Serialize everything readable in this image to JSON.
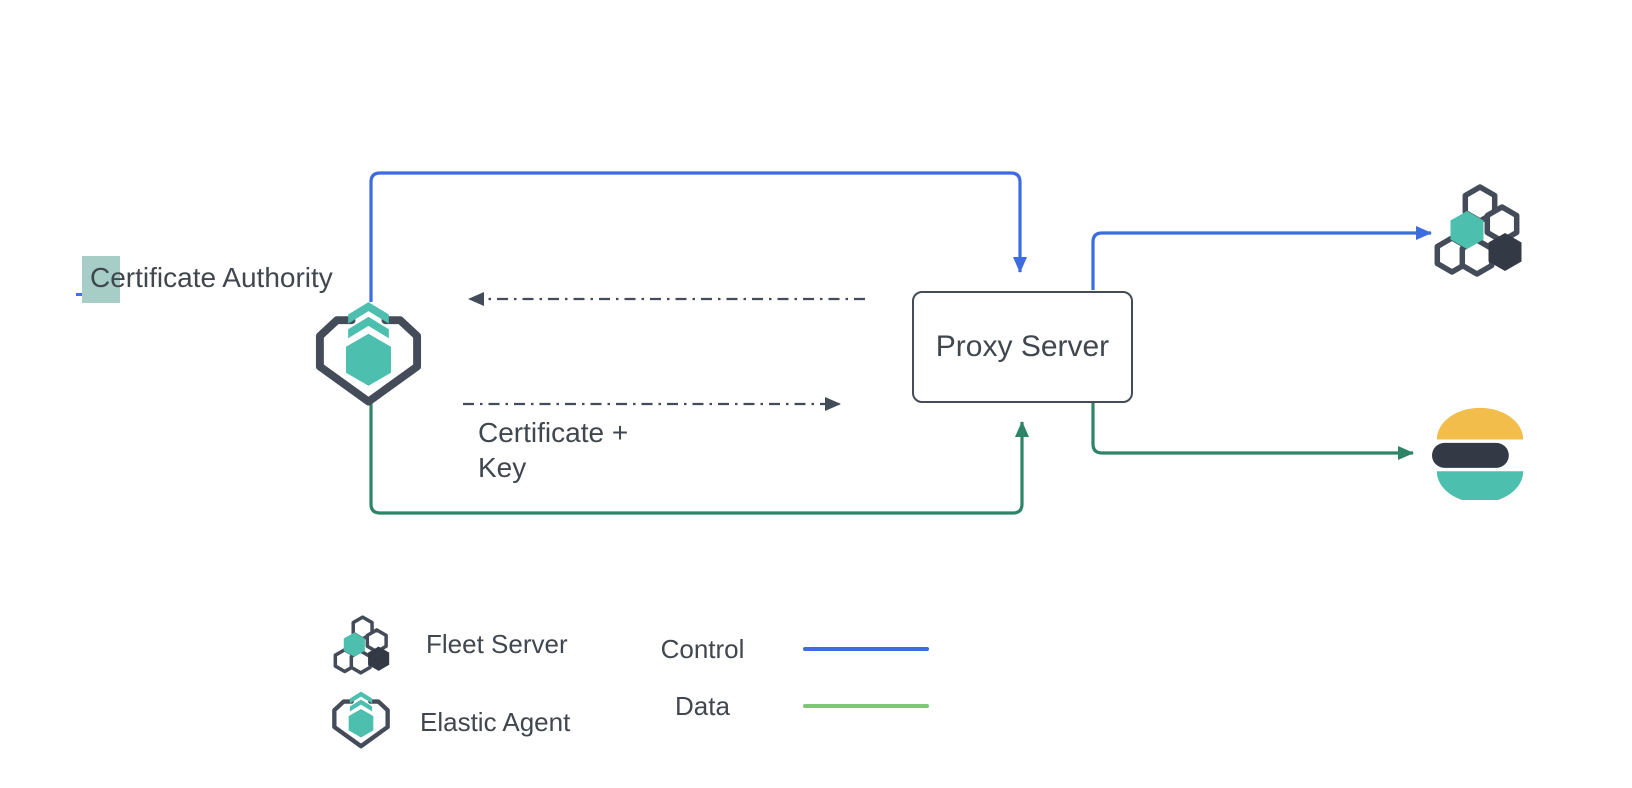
{
  "diagram": {
    "certificate_authority": {
      "highlighted_char": "C",
      "rest": "ertificate Authority"
    },
    "proxy_server_label": "Proxy Server",
    "certificate_key_label": "Certificate +\nKey",
    "connections": [
      {
        "name": "control-agent-to-proxy",
        "type": "Control",
        "style": "solid",
        "color": "#3c6ce0"
      },
      {
        "name": "control-proxy-to-fleet-server",
        "type": "Control",
        "style": "solid",
        "color": "#3c6ce0"
      },
      {
        "name": "data-agent-to-proxy",
        "type": "Data",
        "style": "solid",
        "color": "#2e8467"
      },
      {
        "name": "data-proxy-to-elasticsearch",
        "type": "Data",
        "style": "solid",
        "color": "#2e8467"
      },
      {
        "name": "cert-request-proxy-to-agent",
        "style": "dash-dot",
        "color": "#4a5058"
      },
      {
        "name": "cert-key-agent-to-proxy",
        "label": "Certificate + Key",
        "style": "dash-dot",
        "color": "#4a5058"
      }
    ],
    "icons": {
      "elastic_agent": "elastic-agent-icon",
      "fleet_server": "fleet-server-icon",
      "elasticsearch": "elasticsearch-icon"
    }
  },
  "legend": {
    "items": [
      {
        "icon": "fleet-server-icon",
        "label": "Fleet Server"
      },
      {
        "icon": "elastic-agent-icon",
        "label": "Elastic Agent"
      }
    ],
    "lines": [
      {
        "label": "Control",
        "color": "#3c6ce0"
      },
      {
        "label": "Data",
        "color": "#7cc878"
      }
    ]
  },
  "colors": {
    "control_blue": "#3c6ce0",
    "data_green_dark": "#2e8467",
    "data_green_light": "#7cc878",
    "slate": "#454c59",
    "text": "#41474f",
    "teal": "#4cbfae",
    "es_yellow": "#f2bd4a",
    "es_dark": "#343a45",
    "selection_teal": "#a6cec7",
    "selection_underline": "#4170e8"
  }
}
